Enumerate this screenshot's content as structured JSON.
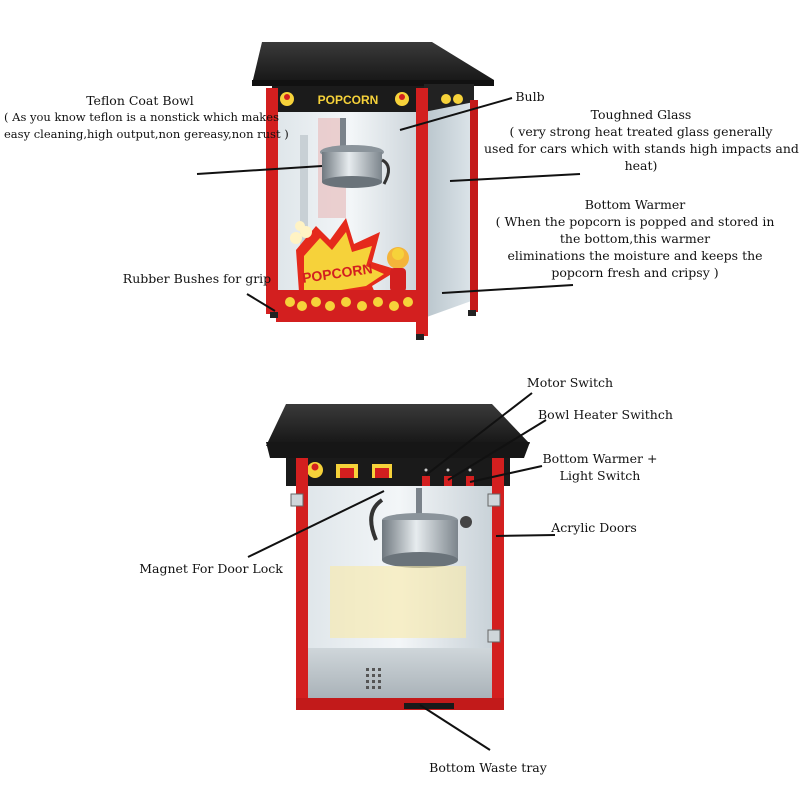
{
  "machine_top": {
    "sign_text": "POPCORN",
    "window_text": "POPCORN"
  },
  "machine_bottom": {
    "sign_text": "",
    "window_text": ""
  },
  "labels": {
    "teflon": [
      "Teflon Coat Bowl",
      "( As you know teflon is a nonstick which makes",
      "easy cleaning,high output,non gereasy,non rust )"
    ],
    "bulb": "Bulb",
    "toughened": [
      "Toughned Glass",
      "( very strong heat treated glass generally",
      "used for cars which with stands high impacts and",
      "heat)"
    ],
    "warmer": [
      "Bottom Warmer",
      "( When the popcorn is popped and stored in",
      "the bottom,this warmer",
      "eliminations the moisture and keeps the",
      "popcorn fresh and cripsy )"
    ],
    "rubber": "Rubber Bushes for grip",
    "motor": "Motor Switch",
    "bowl_heater": "Bowl Heater Swithch",
    "warmer_light": [
      "Bottom Warmer +",
      "Light Switch"
    ],
    "acrylic": "Acrylic Doors",
    "magnet": "Magnet For Door Lock",
    "waste": "Bottom Waste tray"
  },
  "colors": {
    "frame_red": "#d31f1f",
    "roof_black": "#2a2a2a",
    "bowl_steel": "#9aa3aa",
    "popcorn_yellow": "#f6d23a"
  }
}
